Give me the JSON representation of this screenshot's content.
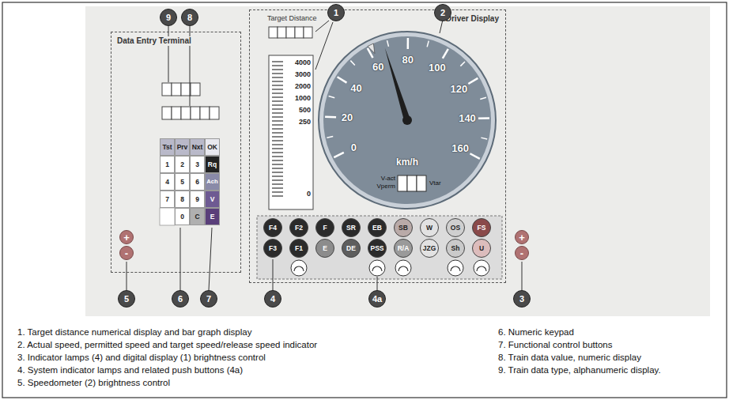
{
  "diagram": {
    "nodes": [
      {
        "text": [
          "Data Entry Terminal"
        ]
      },
      {
        "text": [
          "Tst"
        ],
        "in": 0
      },
      {
        "text": [
          "Prv"
        ],
        "in": 0
      },
      {
        "text": [
          "Nxt"
        ],
        "in": 0
      },
      {
        "text": [
          "OK"
        ],
        "in": 0
      },
      {
        "text": [
          "1"
        ],
        "in": 0
      },
      {
        "text": [
          "2"
        ],
        "in": 0
      },
      {
        "text": [
          "3"
        ],
        "in": 0
      },
      {
        "text": [
          "Rq"
        ],
        "in": 0
      },
      {
        "text": [
          "4"
        ],
        "in": 0
      },
      {
        "text": [
          "5"
        ],
        "in": 0
      },
      {
        "text": [
          "6"
        ],
        "in": 0
      },
      {
        "text": [
          "Ach"
        ],
        "in": 0
      },
      {
        "text": [
          "7"
        ],
        "in": 0
      },
      {
        "text": [
          "8"
        ],
        "in": 0
      },
      {
        "text": [
          "9"
        ],
        "in": 0
      },
      {
        "text": [
          "V"
        ],
        "in": 0
      },
      {
        "text": [
          "0"
        ],
        "in": 0
      },
      {
        "text": [
          "C"
        ],
        "in": 0
      },
      {
        "text": [
          "E"
        ],
        "in": 0
      },
      {
        "text": [
          "Driver Display"
        ]
      },
      {
        "text": [
          "F4"
        ],
        "in": 20
      },
      {
        "text": [
          "F2"
        ],
        "in": 20
      },
      {
        "text": [
          "F"
        ],
        "in": 20
      },
      {
        "text": [
          "SR"
        ],
        "in": 20
      },
      {
        "text": [
          "EB"
        ],
        "in": 20
      },
      {
        "text": [
          "SB"
        ],
        "in": 20
      },
      {
        "text": [
          "W"
        ],
        "in": 20
      },
      {
        "text": [
          "OS"
        ],
        "in": 20
      },
      {
        "text": [
          "FS"
        ],
        "in": 20
      },
      {
        "text": [
          "F3"
        ],
        "in": 20
      },
      {
        "text": [
          "F1"
        ],
        "in": 20
      },
      {
        "text": [
          "E"
        ],
        "in": 20
      },
      {
        "text": [
          "DE"
        ],
        "in": 20
      },
      {
        "text": [
          "PSS"
        ],
        "in": 20
      },
      {
        "text": [
          "R/A"
        ],
        "in": 20
      },
      {
        "text": [
          "JZG"
        ],
        "in": 20
      },
      {
        "text": [
          "Sh"
        ],
        "in": 20
      },
      {
        "text": [
          "U"
        ],
        "in": 20
      },
      {
        "text": [
          "9"
        ]
      },
      {
        "text": [
          "8"
        ]
      },
      {
        "text": [
          "1"
        ]
      },
      {
        "text": [
          "2"
        ]
      },
      {
        "text": [
          "+"
        ]
      },
      {
        "text": [
          "-"
        ]
      },
      {
        "text": [
          "+"
        ]
      },
      {
        "text": [
          "-"
        ]
      },
      {
        "text": [
          "5"
        ]
      },
      {
        "text": [
          "6"
        ]
      },
      {
        "text": [
          "7"
        ]
      },
      {
        "text": [
          "4"
        ]
      },
      {
        "text": [
          "4a"
        ]
      },
      {
        "text": [
          "3"
        ]
      }
    ],
    "labels": [
      "Target Distance",
      "4000",
      "3000",
      "2000",
      "1000",
      "500",
      "250",
      "0",
      "0",
      "20",
      "40",
      "60",
      "80",
      "100",
      "120",
      "140",
      "160",
      "km/h",
      "V-act",
      "Vperm",
      "Vtar",
      "1. Target distance numerical display and bar graph display",
      "2. Actual speed, permitted speed and target speed/release speed indicator",
      "3. Indicator lamps (4) and digital display (1) brightness control",
      "4. System indicator lamps and related push buttons (4a)",
      "5. Speedometer (2) brightness control",
      "6. Numeric keypad",
      "7. Functional control buttons",
      "8. Train data value, numeric display",
      "9. Train data type, alphanumeric display."
    ]
  }
}
